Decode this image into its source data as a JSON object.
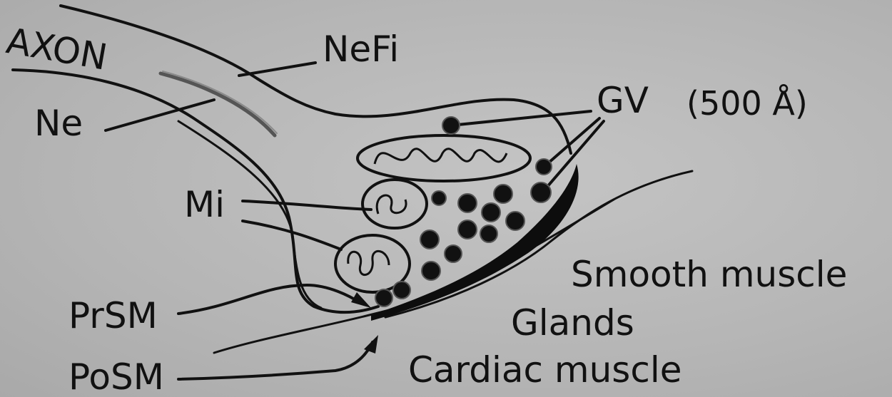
{
  "labels": {
    "axon": "AXON",
    "nefi": "NeFi",
    "ne": "Ne",
    "gv": "GV",
    "gv_size": "(500 Å)",
    "mi": "Mi",
    "prsm": "PrSM",
    "posm": "PoSM",
    "smooth_muscle": "Smooth muscle",
    "glands": "Glands",
    "cardiac_muscle": "Cardiac muscle"
  },
  "colors": {
    "ink": "#111111",
    "background": "#b9b9b9"
  }
}
